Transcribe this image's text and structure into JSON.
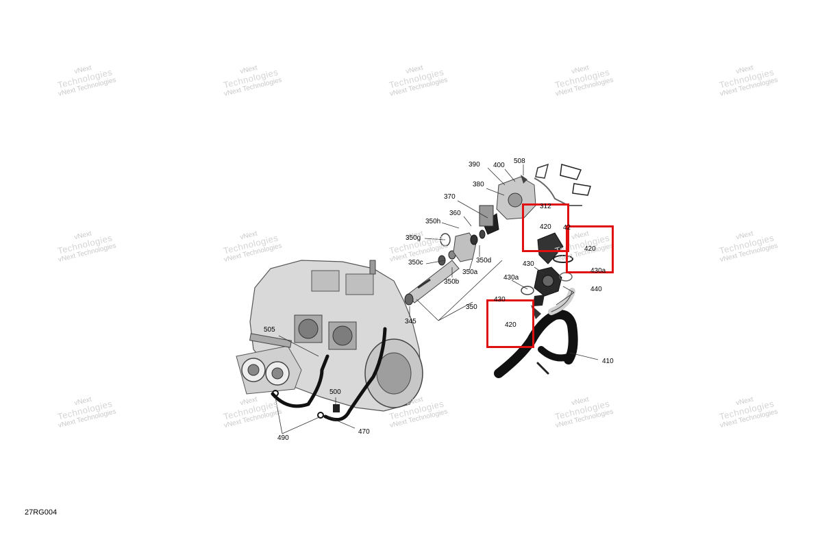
{
  "watermark": {
    "line1": "vNext",
    "line2": "Technologies",
    "line3": "vNext Technologies"
  },
  "callouts": {
    "c390": "390",
    "c400": "400",
    "c508": "508",
    "c380": "380",
    "c370": "370",
    "c312": "312",
    "c360": "360",
    "c350h": "350h",
    "c350g": "350g",
    "c420a": "420",
    "c420b": "420",
    "c420c": "420",
    "c4x": "42",
    "c350d": "350d",
    "c350c": "350c",
    "c350a": "350a",
    "c350b": "350b",
    "c430": "430",
    "c430b": "430",
    "c430a": "430a",
    "c430c": "430a",
    "c440": "440",
    "c350": "350",
    "c345": "345",
    "c505": "505",
    "c410": "410",
    "c500": "500",
    "c470": "470",
    "c490": "490"
  },
  "figure_code": "27RG004",
  "colors": {
    "highlight": "#e01010",
    "watermark": "#c8c8c8",
    "hose": "#111111",
    "engine_body": "#bdbdbd"
  }
}
